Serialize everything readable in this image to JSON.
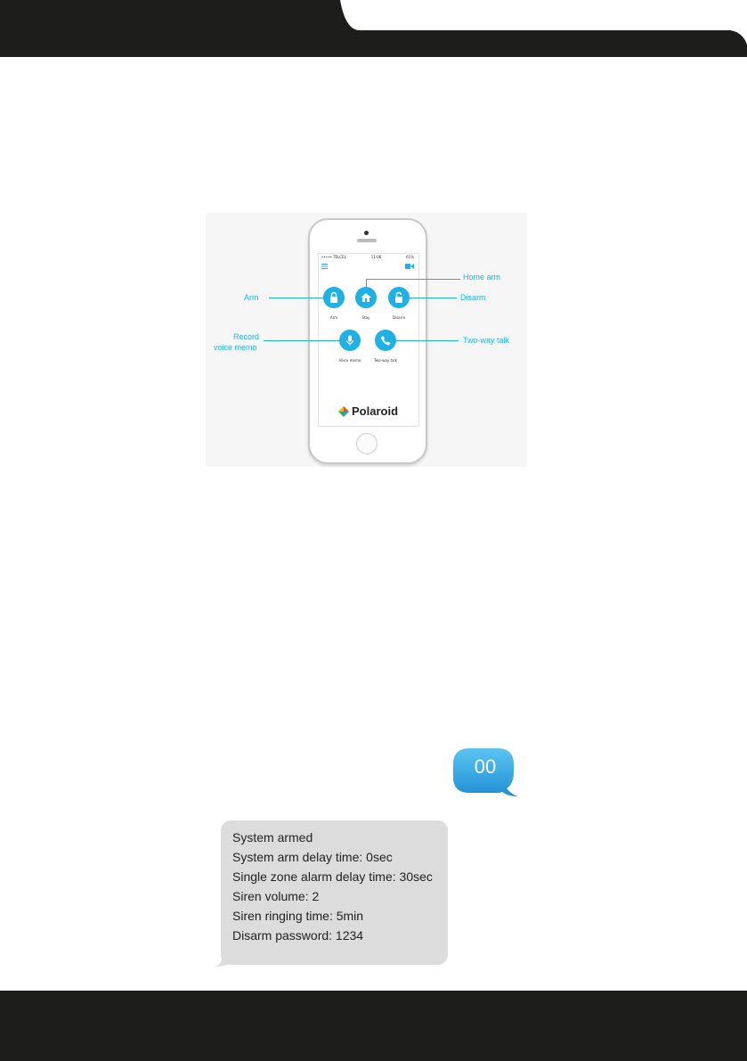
{
  "phone_app": {
    "status_bar": {
      "carrier": "••••• TELCEL",
      "time": "11:06",
      "battery": "61%"
    },
    "buttons": [
      {
        "label": "Arm"
      },
      {
        "label": "Stay"
      },
      {
        "label": "Disarm"
      },
      {
        "label": "Voice memo"
      },
      {
        "label": "Two-way talk"
      }
    ],
    "brand": "Polaroid",
    "accent_color": "#1fb1e6"
  },
  "callouts": {
    "arm": "Arm",
    "home_arm": "Home arm",
    "disarm": "Disarm",
    "record_line1": "Record",
    "record_line2": "voice memo",
    "two_way_talk": "Two-way talk"
  },
  "sms_bubble": {
    "text": "00"
  },
  "message": {
    "lines": [
      "System armed",
      "System arm delay time: 0sec",
      "Single zone alarm delay time: 30sec",
      "Siren volume: 2",
      "Siren ringing time: 5min",
      "Disarm password: 1234"
    ]
  }
}
